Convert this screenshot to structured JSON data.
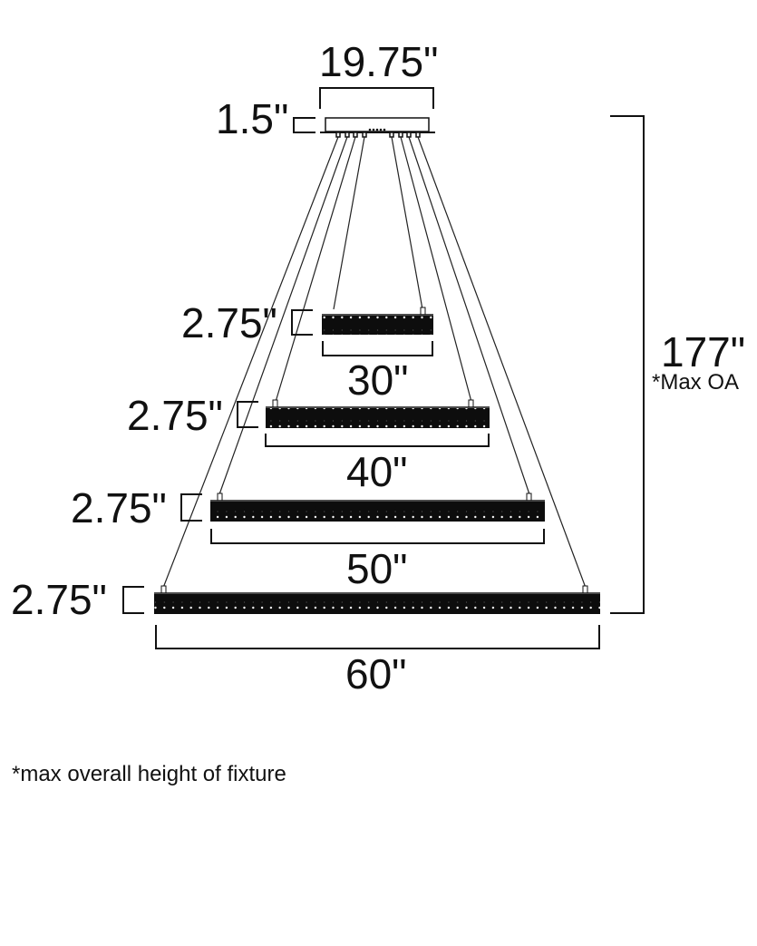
{
  "diagram": {
    "type": "dimension-drawing",
    "subject": "Four-tier pendant fixture",
    "canopy": {
      "width_label": "19.75\"",
      "height_label": "1.5\""
    },
    "tiers": [
      {
        "diameter_label": "30\"",
        "height_label": "2.75\""
      },
      {
        "diameter_label": "40\"",
        "height_label": "2.75\""
      },
      {
        "diameter_label": "50\"",
        "height_label": "2.75\""
      },
      {
        "diameter_label": "60\"",
        "height_label": "2.75\""
      }
    ],
    "overall": {
      "height_label": "177\"",
      "sub_label": "*Max OA"
    },
    "footnote": "*max overall height of fixture",
    "colors": {
      "line": "#111111",
      "ring": "#0d0d0d",
      "background": "#ffffff"
    }
  }
}
